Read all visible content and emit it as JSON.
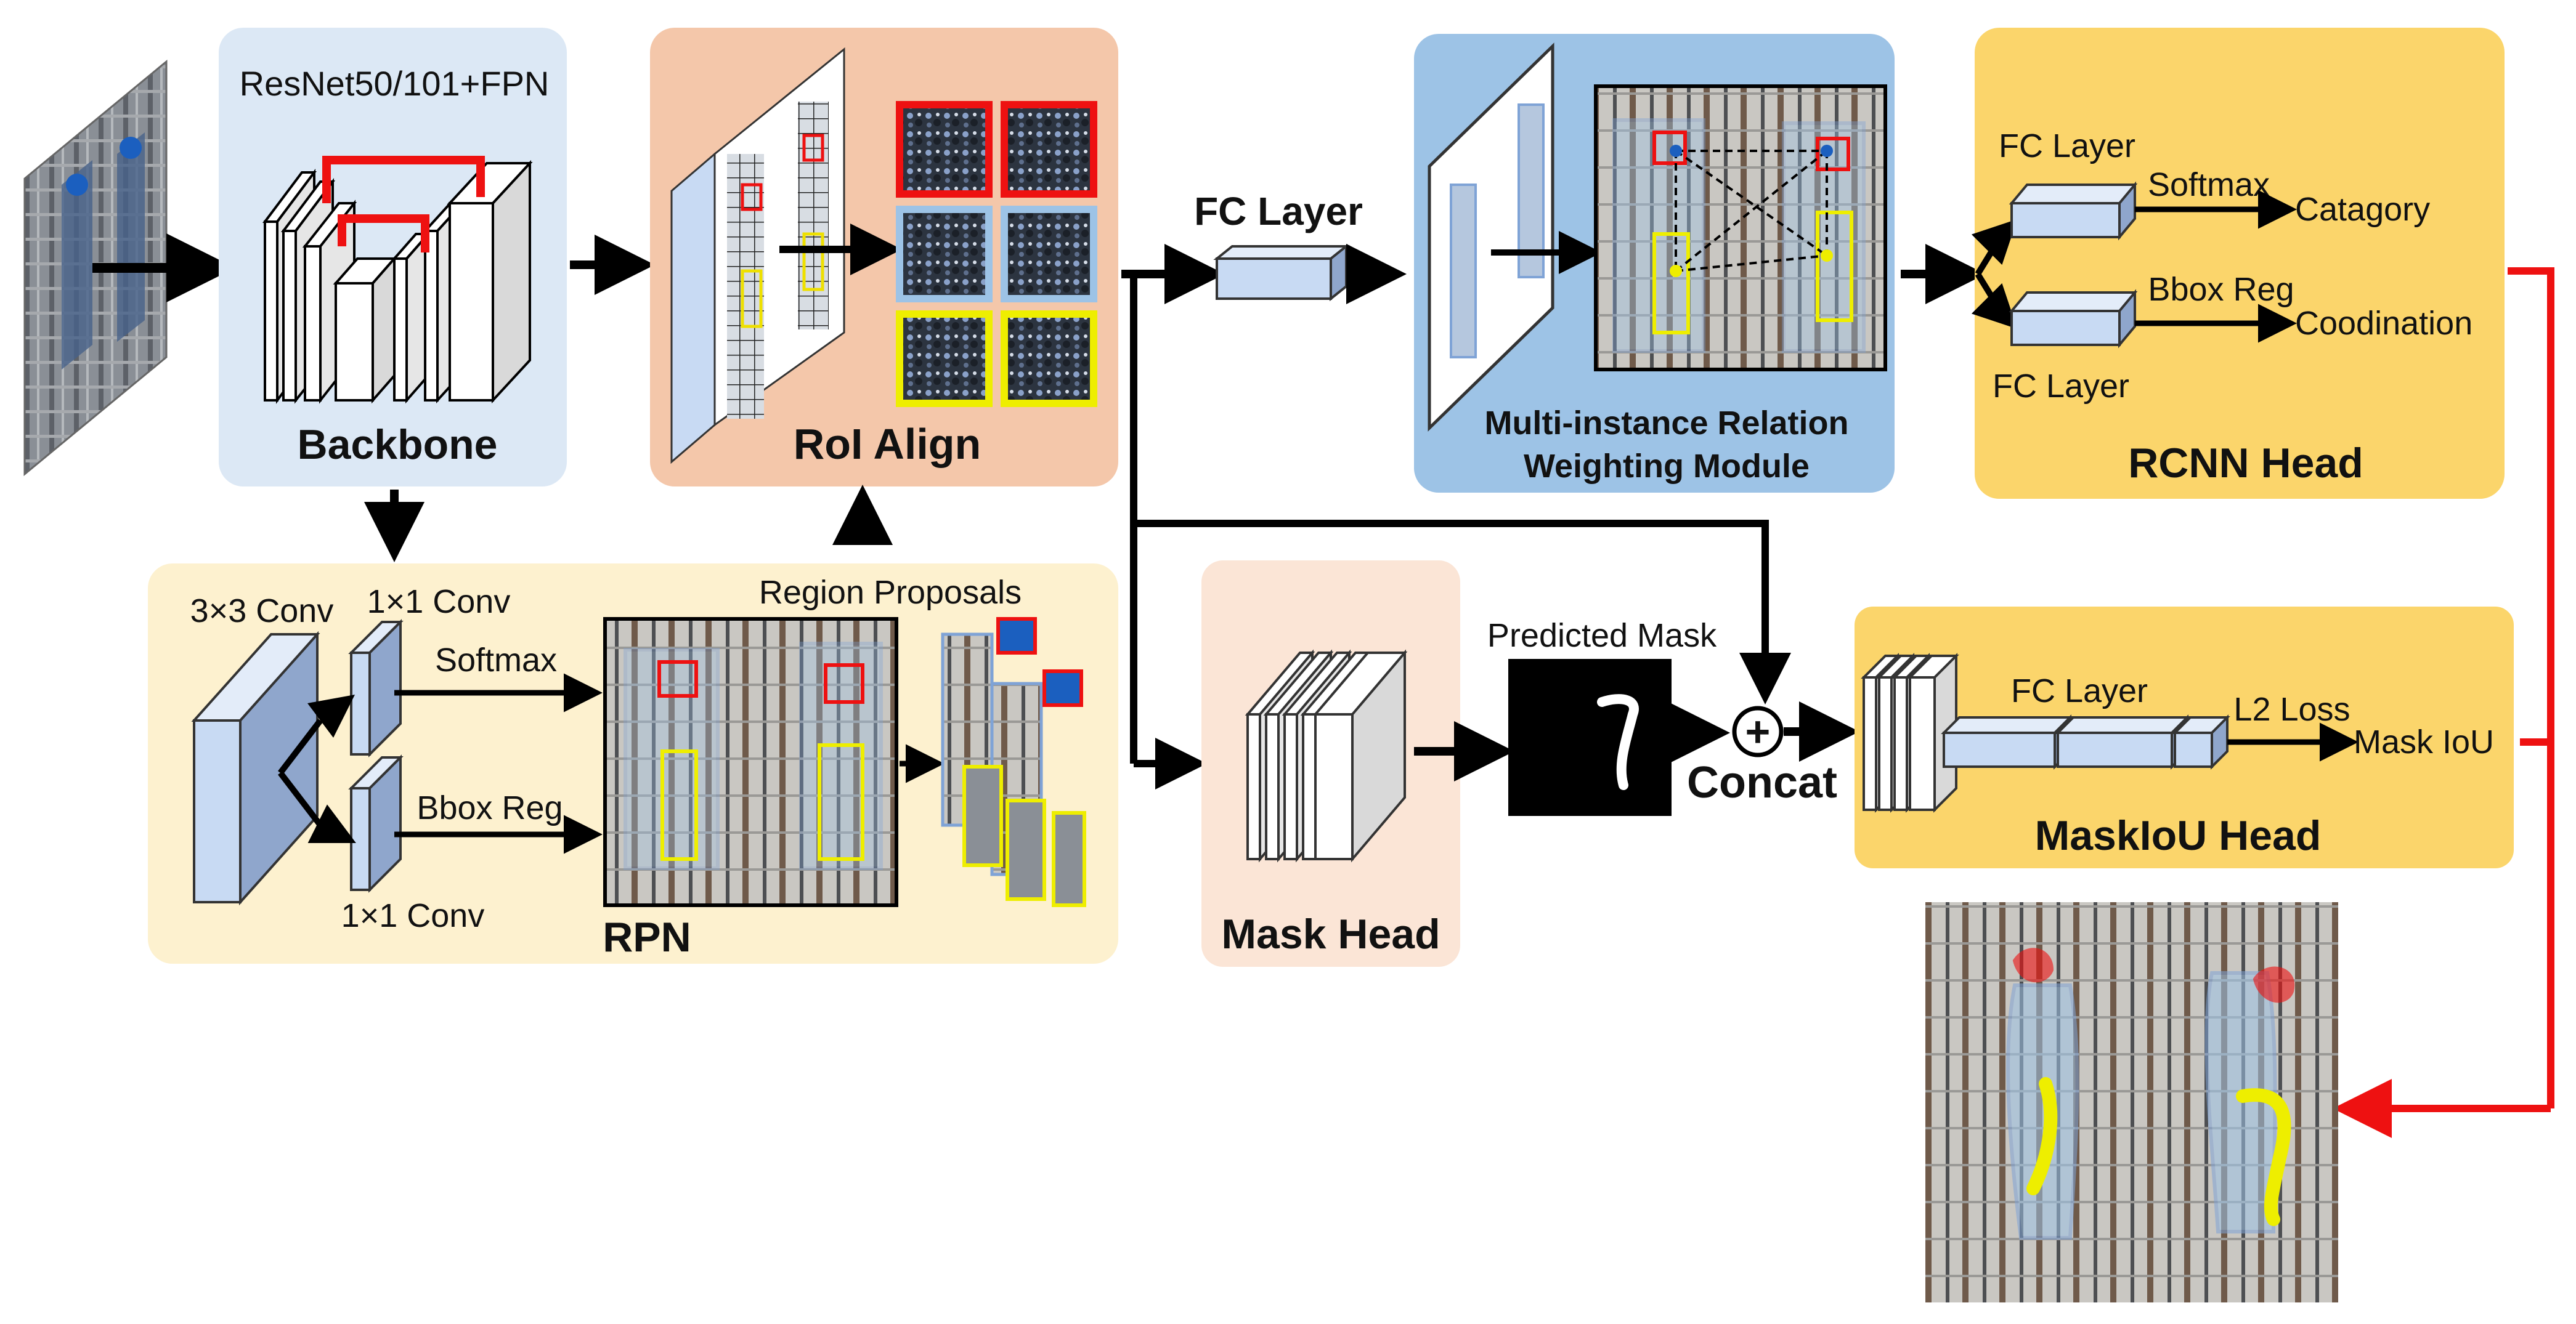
{
  "backbone": {
    "title": "Backbone",
    "subtitle": "ResNet50/101+FPN"
  },
  "roi_align": {
    "title": "RoI Align"
  },
  "rpn": {
    "title": "RPN",
    "conv3": "3×3 Conv",
    "conv1_top": "1×1 Conv",
    "conv1_bottom": "1×1 Conv",
    "softmax": "Softmax",
    "bbox_reg": "Bbox Reg",
    "proposals": "Region Proposals"
  },
  "fc_layer": {
    "label": "FC Layer"
  },
  "mirw": {
    "line1": "Multi-instance Relation",
    "line2": "Weighting Module"
  },
  "rcnn_head": {
    "title": "RCNN Head",
    "fc_top": "FC Layer",
    "fc_bottom": "FC Layer",
    "softmax": "Softmax",
    "bbox_reg": "Bbox Reg",
    "out_top": "Catagory",
    "out_bottom": "Coodination"
  },
  "mask_head": {
    "title": "Mask Head",
    "predicted": "Predicted Mask"
  },
  "concat": {
    "label": "Concat",
    "symbol": "+"
  },
  "maskiou_head": {
    "title": "MaskIoU Head",
    "fc_layer": "FC Layer",
    "l2_loss": "L2 Loss",
    "output": "Mask IoU"
  },
  "colors": {
    "backbone_bg": "#dce8f5",
    "roi_bg": "#f4c7aa",
    "rpn_bg": "#fdf1cf",
    "mirw_bg": "#9dc3e6",
    "yellow_bg": "#fbd56b",
    "mask_bg": "#fbe5d6",
    "block": "#c8daf3",
    "red_arrow": "#ee1111"
  }
}
